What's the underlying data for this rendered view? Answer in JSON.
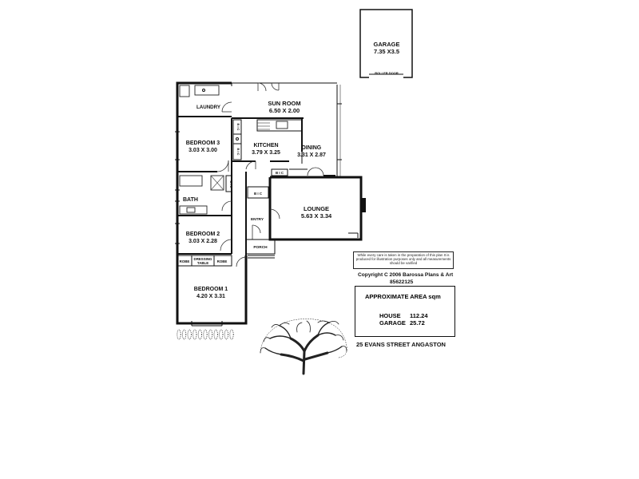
{
  "rooms": {
    "garage": {
      "name": "GARAGE",
      "dims": "7.35 X3.5"
    },
    "roller_door": "ROLLER DOOR",
    "sun_room": {
      "name": "SUN ROOM",
      "dims": "6.50 X 2.00"
    },
    "laundry": "LAUNDRY",
    "bedroom3": {
      "name": "BEDROOM 3",
      "dims": "3.03 X 3.00"
    },
    "kitchen": {
      "name": "KITCHEN",
      "dims": "3.79 X 3.25"
    },
    "dining": {
      "name": "DINING",
      "dims": "3.31 X 2.87"
    },
    "lounge": {
      "name": "LOUNGE",
      "dims": "5.63 X 3.34"
    },
    "bath": "BATH",
    "bedroom2": {
      "name": "BEDROOM 2",
      "dims": "3.03 X 2.28"
    },
    "bedroom1": {
      "name": "BEDROOM 1",
      "dims": "4.20 X 3.31"
    },
    "robe_left": "ROBE",
    "robe_right": "ROBE",
    "dressing_table_1": "DRESSING",
    "dressing_table_2": "TABLE",
    "bic_kitchen_top": "B I C",
    "bic_kitchen_bottom": "B I C",
    "bic_hall": "B I C",
    "bic_lounge": "B I C",
    "bic_bath": "B I C",
    "entry": "ENTRY",
    "porch": "PORCH"
  },
  "disclaimer": "While every care is taken in the preparation of this plan It is produced for illustration purposes only and all measurements should be varified",
  "copyright": {
    "line1": "Copyright  C 2006  Barossa Plans & Art",
    "line2": "85622125"
  },
  "area": {
    "title": "APPROXIMATE AREA sqm",
    "house_label": "HOUSE",
    "house_value": "112.24",
    "garage_label": "GARAGE",
    "garage_value": "25.72"
  },
  "address": "25 EVANS STREET ANGASTON",
  "colors": {
    "line": "#111111",
    "background": "#ffffff"
  },
  "icons": [
    "tree-illustration",
    "shrub-row-icon",
    "fireplace-icon"
  ]
}
